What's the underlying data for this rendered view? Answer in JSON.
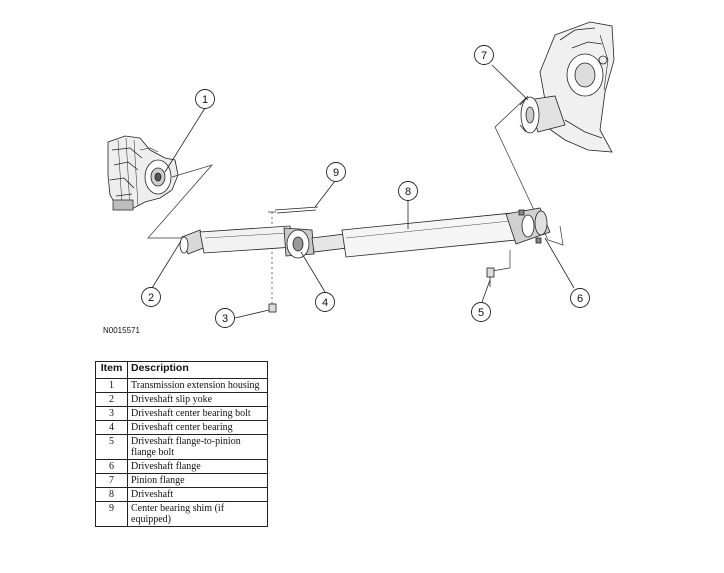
{
  "diagram": {
    "reference_code": "N0015571",
    "callouts": [
      "1",
      "2",
      "3",
      "4",
      "5",
      "6",
      "7",
      "8",
      "9"
    ]
  },
  "legend": {
    "headers": {
      "item": "Item",
      "description": "Description"
    },
    "rows": [
      {
        "item": "1",
        "description": "Transmission extension housing"
      },
      {
        "item": "2",
        "description": "Driveshaft slip yoke"
      },
      {
        "item": "3",
        "description": "Driveshaft center bearing bolt"
      },
      {
        "item": "4",
        "description": "Driveshaft center bearing"
      },
      {
        "item": "5",
        "description": "Driveshaft flange-to-pinion flange bolt"
      },
      {
        "item": "6",
        "description": "Driveshaft flange"
      },
      {
        "item": "7",
        "description": "Pinion flange"
      },
      {
        "item": "8",
        "description": "Driveshaft"
      },
      {
        "item": "9",
        "description": "Center bearing shim (if equipped)"
      }
    ]
  }
}
